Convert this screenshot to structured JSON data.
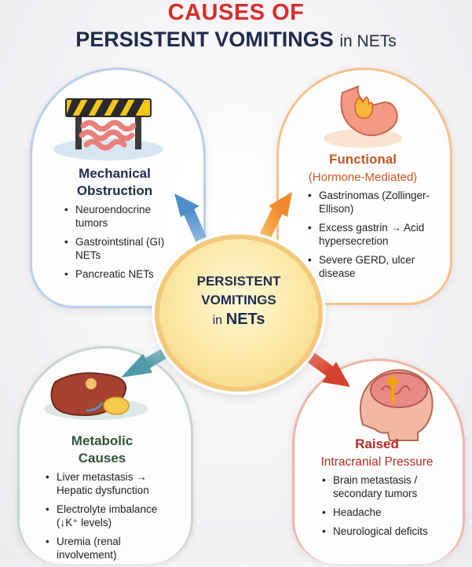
{
  "title": {
    "line1": "CAUSES OF",
    "line2_main": "PERSISTENT VOMITINGS",
    "line2_suffix": "in NETs"
  },
  "center": {
    "line1": "PERSISTENT",
    "line2": "VOMITINGS",
    "line3_prefix": "in",
    "line3_main": "NETs"
  },
  "sections": {
    "mechanical": {
      "title_line1": "Mechanical",
      "title_line2": "Obstruction",
      "items": [
        "Neuroendocrine tumors",
        "Gastrointstinal (GI) NETs",
        "Pancreatic NETs"
      ],
      "color": "#1f2c4d",
      "icon": "barrier-intestine-icon"
    },
    "functional": {
      "title_line1": "Functional",
      "title_line2": "(Hormone-Mediated)",
      "items": [
        "Gastrinomas (Zollinger-Ellison)",
        "Excess gastrin → Acid hypersecretion",
        "Severe GERD, ulcer disease"
      ],
      "color": "#c9561d",
      "icon": "burning-stomach-icon"
    },
    "metabolic": {
      "title_line1": "Metabolic",
      "title_line2": "Causes",
      "items": [
        "Liver metastasis → Hepatic dysfunction",
        "Electrolyte imbalance (↓K⁺ levels)",
        "Uremia (renal involvement)"
      ],
      "color": "#2f5634",
      "icon": "liver-icon"
    },
    "intracranial": {
      "title_line1": "Raised",
      "title_line2": "Intracranial Pressure",
      "items": [
        "Brain metastasis / secondary tumors",
        "Headache",
        "Neurological deficits"
      ],
      "color": "#b32b22",
      "icon": "brain-pressure-icon"
    }
  }
}
